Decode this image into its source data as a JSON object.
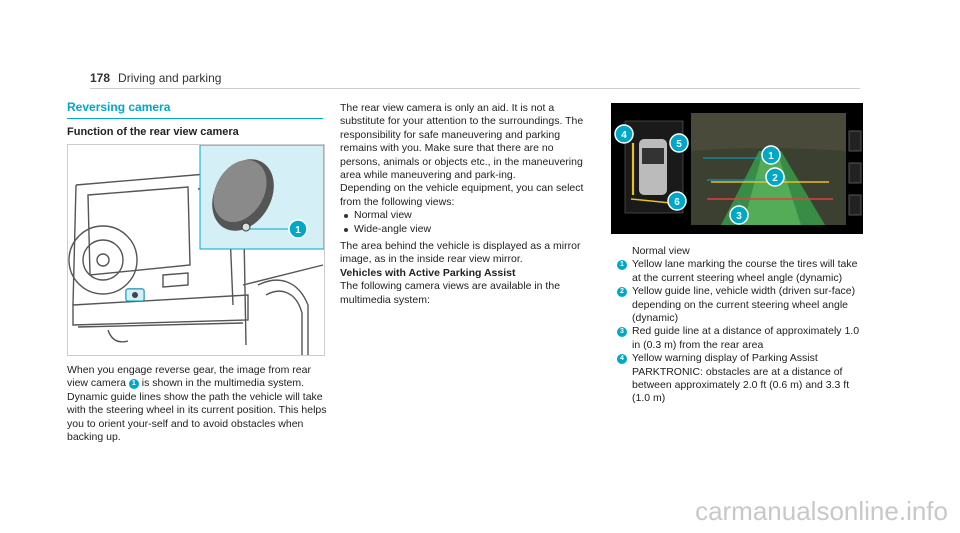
{
  "header": {
    "page_number": "178",
    "chapter": "Driving and parking"
  },
  "section_title": "Reversing camera",
  "subsection_title": "Function of the rear view camera",
  "figure1": {
    "callout": "1"
  },
  "para1": {
    "before": "When you engage reverse gear, the image from rear view camera",
    "callout": "1",
    "after": "is shown in the multimedia system. Dynamic guide lines show the path the vehicle will take with the steering wheel in its current position. This helps you to orient your-self and to avoid obstacles when backing up."
  },
  "col2": {
    "p1": "The rear view camera is only an aid. It is not a substitute for your attention to the surroundings. The responsibility for safe maneuvering and parking remains with you. Make sure that there are no persons, animals or objects etc., in the maneuvering area while maneuvering and park-ing.",
    "p2": "Depending on the vehicle equipment, you can select from the following views:",
    "bullets": [
      "Normal view",
      "Wide-angle view"
    ],
    "p3": "The area behind the vehicle is displayed as a mirror image, as in the inside rear view mirror.",
    "h": "Vehicles with Active Parking Assist",
    "p4": "The following camera views are available in the multimedia system:"
  },
  "figure2": {
    "callouts": [
      "1",
      "2",
      "3",
      "4",
      "5",
      "6"
    ]
  },
  "legend": {
    "title": "Normal view",
    "items": [
      {
        "n": "1",
        "text": "Yellow lane marking the course the tires will take at the current steering wheel angle (dynamic)"
      },
      {
        "n": "2",
        "text": "Yellow guide line, vehicle width (driven sur-face) depending on the current steering wheel angle (dynamic)"
      },
      {
        "n": "3",
        "text": "Red guide line at a distance of approximately 1.0 in (0.3 m) from the rear area"
      },
      {
        "n": "4",
        "text": "Yellow warning display of Parking Assist PARKTRONIC: obstacles are at a distance of between approximately 2.0 ft (0.6 m) and 3.3 ft (1.0 m)"
      }
    ]
  },
  "watermark": "carmanualsonline.info",
  "colors": {
    "accent": "#00a8c8",
    "green_lane": "#3a9a4a"
  }
}
